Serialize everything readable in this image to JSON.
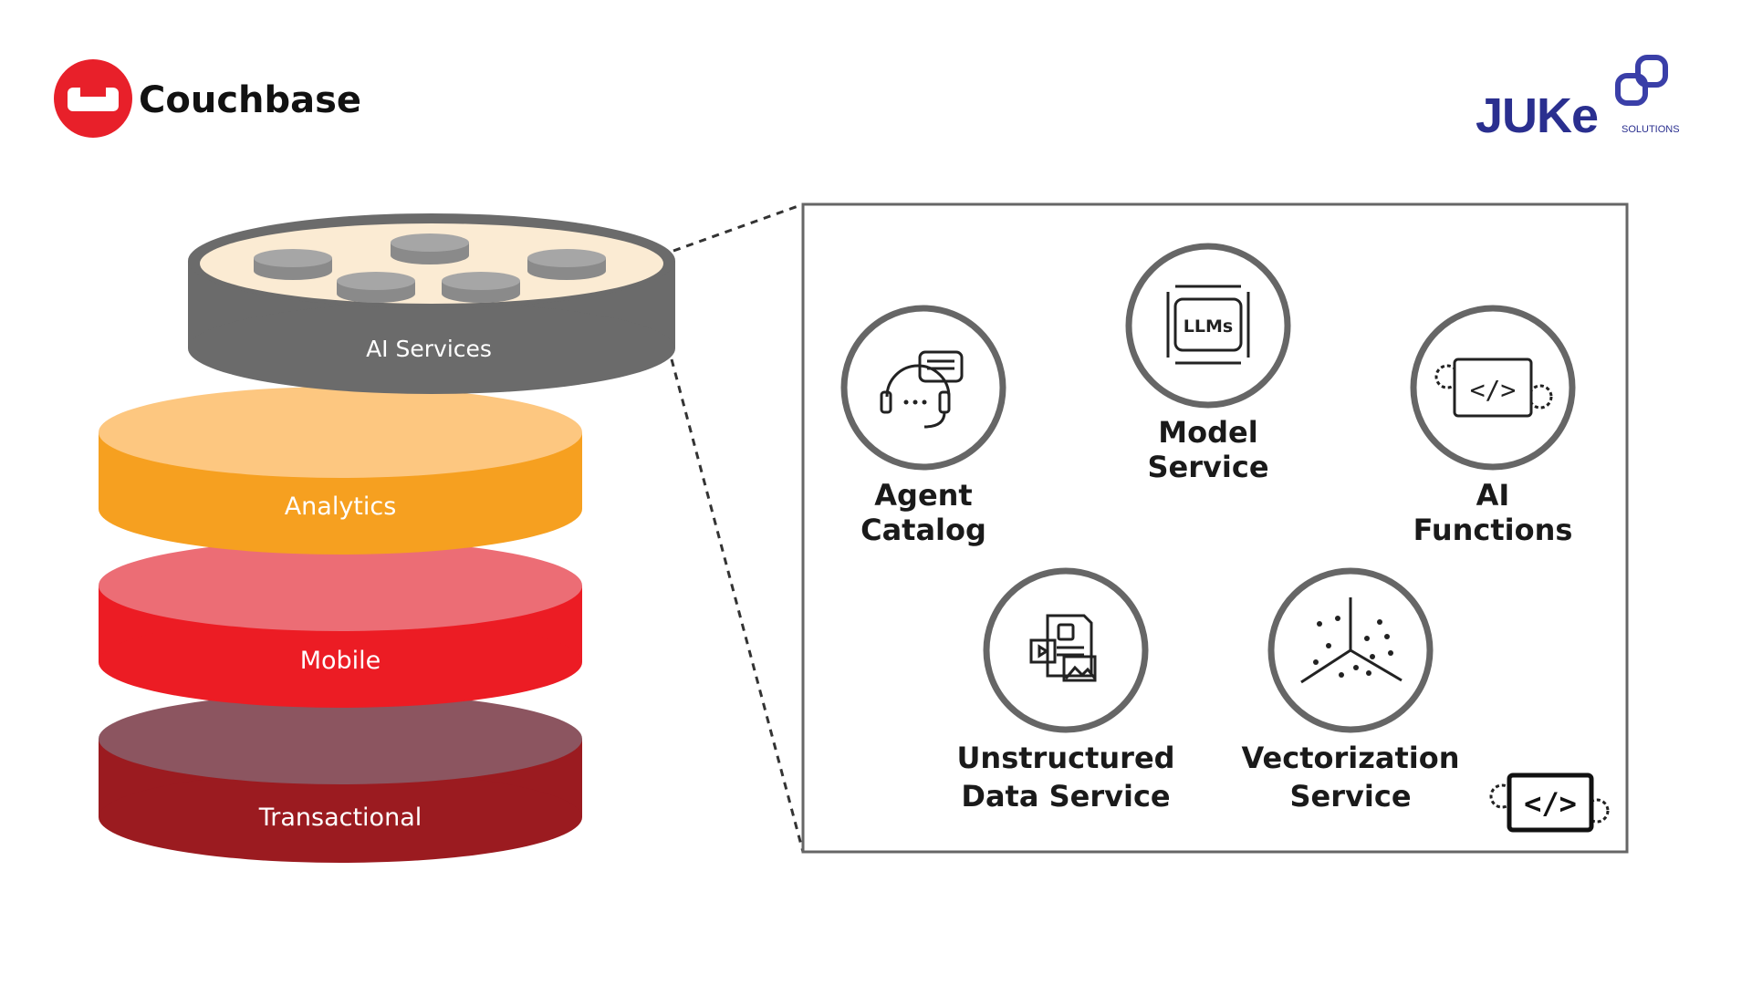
{
  "logos": {
    "couchbase": {
      "name": "Couchbase",
      "color": "#e8202a"
    },
    "juke": {
      "name": "JUKe",
      "sub": "SOLUTIONS",
      "color": "#2a2f8f"
    }
  },
  "stack_layers": [
    {
      "label": "AI Services",
      "color": "#6b6b6b"
    },
    {
      "label": "Analytics",
      "color": "#f6a020"
    },
    {
      "label": "Mobile",
      "color": "#ec1c24"
    },
    {
      "label": "Transactional",
      "color": "#9b1b20"
    }
  ],
  "services": [
    {
      "line1": "Agent",
      "line2": "Catalog",
      "icon": "agent-catalog-icon"
    },
    {
      "line1": "Model",
      "line2": "Service",
      "icon": "llms-icon",
      "icon_text": "LLMs"
    },
    {
      "line1": "AI",
      "line2": "Functions",
      "icon": "code-gears-icon",
      "icon_text": "</>"
    },
    {
      "line1": "Unstructured",
      "line2": "Data Service",
      "icon": "documents-icon"
    },
    {
      "line1": "Vectorization",
      "line2": "Service",
      "icon": "vector-space-icon"
    }
  ],
  "badge": {
    "icon": "code-gears-icon",
    "icon_text": "</>"
  }
}
